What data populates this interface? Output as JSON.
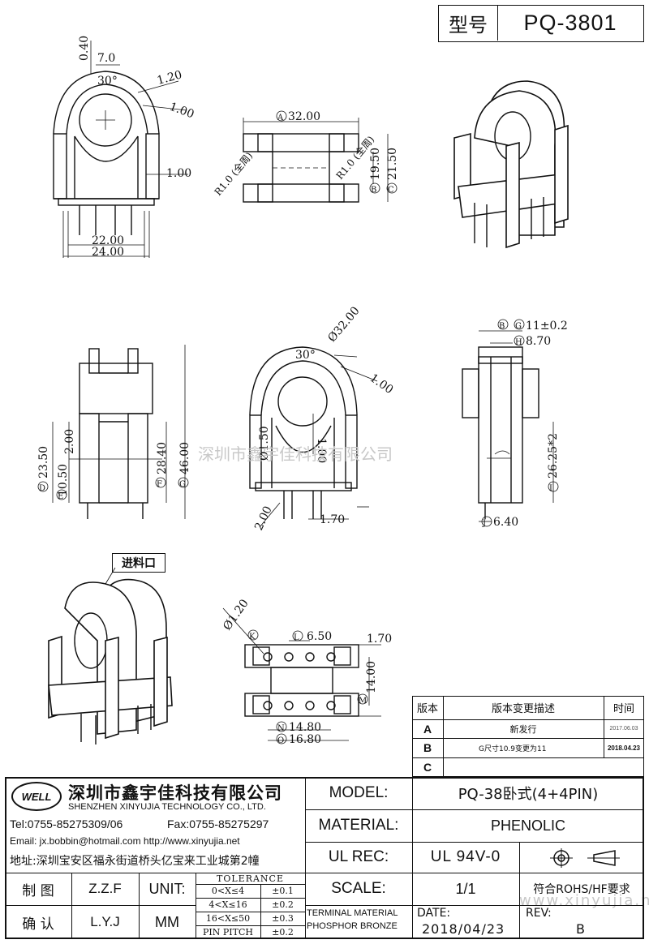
{
  "header": {
    "label": "型号",
    "part_no": "PQ-3801"
  },
  "watermark": {
    "center": "深圳市鑫宇佳科技有限公司",
    "corner": "www.xinyujia.net"
  },
  "front_view": {
    "dims": [
      "0.40",
      "7.0",
      "30°",
      "1.20",
      "1.00",
      "1.00",
      "22.00",
      "24.00"
    ]
  },
  "top_mid_view": {
    "dims": [
      "32.00",
      "R1.0 (全周)",
      "R1.0 (全周)",
      "19.50",
      "21.50"
    ],
    "markers": [
      "A",
      "B",
      "C"
    ]
  },
  "side_view_left": {
    "dims": [
      "23.50",
      "2.00",
      "10.50",
      "28.40",
      "46.00"
    ],
    "markers": [
      "D",
      "E",
      "F",
      "G"
    ]
  },
  "center_view": {
    "dims": [
      "Ø32.00",
      "30°",
      "1.00",
      "1.00",
      "Ø1.50",
      "2.00",
      "1.70"
    ]
  },
  "right_view": {
    "dims": [
      "11±0.2",
      "8.70",
      "26.25*2",
      "6.40"
    ],
    "markers": [
      "B",
      "G",
      "H",
      "I",
      "J"
    ]
  },
  "iso_view": {
    "callout": "进料口"
  },
  "bottom_view": {
    "dims": [
      "Ø1.20",
      "6.50",
      "1.70",
      "14.00",
      "14.80",
      "16.80"
    ],
    "markers": [
      "K",
      "L",
      "M",
      "N",
      "O"
    ]
  },
  "revision": {
    "headers": [
      "版本",
      "版本变更描述",
      "时间"
    ],
    "rows": [
      {
        "rev": "A",
        "desc": "新发行",
        "date": "2017.06.03"
      },
      {
        "rev": "B",
        "desc": "G尺寸10.9变更为11",
        "date": "2018.04.23"
      },
      {
        "rev": "C",
        "desc": "",
        "date": ""
      }
    ]
  },
  "company": {
    "logo": "WELL",
    "name_cn": "深圳市鑫宇佳科技有限公司",
    "name_en": "SHENZHEN XINYUJIA TECHNOLOGY CO., LTD.",
    "tel": "Tel:0755-85275309/06",
    "fax": "Fax:0755-85275297",
    "email": "Email: jx.bobbin@hotmail.com http://www.xinyujia.net",
    "address": "地址:深圳宝安区福永街道桥头亿宝来工业城第2幢"
  },
  "title_block": {
    "drawn_label": "制 图",
    "drawn_by": "Z.Z.F",
    "check_label": "确 认",
    "checked_by": "L.Y.J",
    "unit_label": "UNIT:",
    "unit": "MM",
    "tolerance_label": "TOLERANCE",
    "tolerances": [
      {
        "range": "0<X≤4",
        "value": "±0.1"
      },
      {
        "range": "4<X≤16",
        "value": "±0.2"
      },
      {
        "range": "16<X≤50",
        "value": "±0.3"
      },
      {
        "range": "PIN PITCH",
        "value": "±0.2"
      }
    ],
    "model_label": "MODEL:",
    "model": "PQ-38卧式(4+4PIN)",
    "material_label": "MATERIAL:",
    "material": "PHENOLIC",
    "ulrec_label": "UL REC:",
    "ulrec": "UL 94V-0",
    "scale_label": "SCALE:",
    "scale": "1/1",
    "rohs": "符合ROHS/HF要求",
    "terminal_label": "TERMINAL MATERIAL",
    "terminal_value": "PHOSPHOR BRONZE",
    "date_label": "DATE:",
    "date": "2018/04/23",
    "rev_label": "REV:",
    "rev": "B"
  }
}
